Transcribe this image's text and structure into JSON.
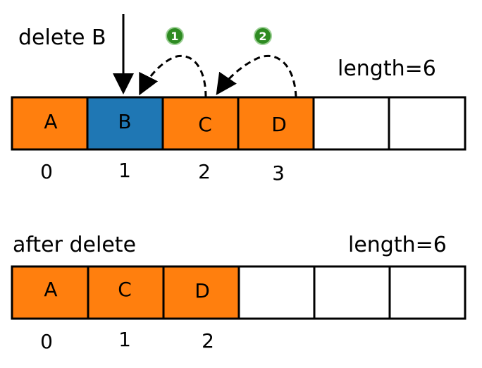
{
  "top": {
    "caption": "delete B",
    "length_label": "length=6",
    "cells": [
      "A",
      "B",
      "C",
      "D",
      "",
      ""
    ],
    "indices": [
      "0",
      "1",
      "2",
      "3"
    ],
    "steps": [
      "1",
      "2"
    ]
  },
  "bottom": {
    "caption": "after delete",
    "length_label": "length=6",
    "cells": [
      "A",
      "C",
      "D",
      "",
      "",
      ""
    ],
    "indices": [
      "0",
      "1",
      "2"
    ]
  },
  "colors": {
    "filled": "#ff7f0e",
    "highlight": "#1f77b4",
    "empty": "#ffffff",
    "step_badge": "#2e8b22",
    "stroke": "#000000"
  }
}
